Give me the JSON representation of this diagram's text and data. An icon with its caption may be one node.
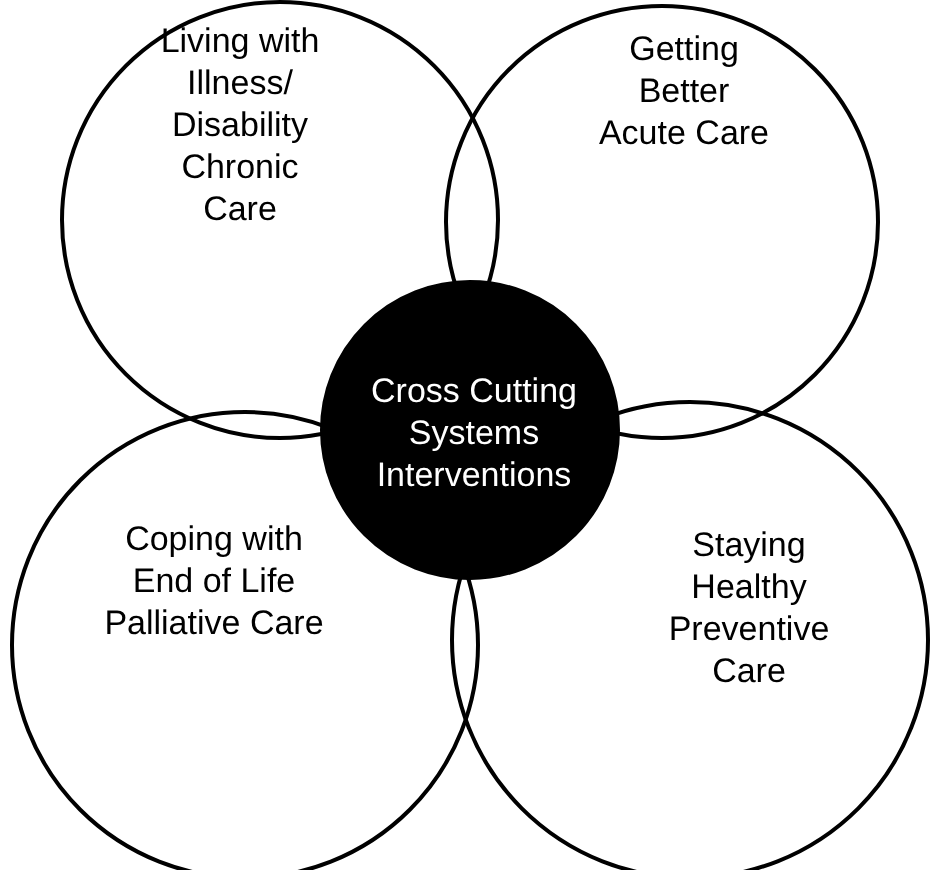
{
  "diagram": {
    "nodes": [
      {
        "text": [
          "Living with Illness/ Disability Chronic Care"
        ]
      },
      {
        "text": [
          "Getting Better Acute Care"
        ]
      },
      {
        "text": [
          "Coping with End of Life Palliative Care"
        ]
      },
      {
        "text": [
          "Staying Healthy Preventive Care"
        ]
      },
      {
        "text": [
          "Cross Cutting Systems Interventions"
        ]
      }
    ]
  }
}
